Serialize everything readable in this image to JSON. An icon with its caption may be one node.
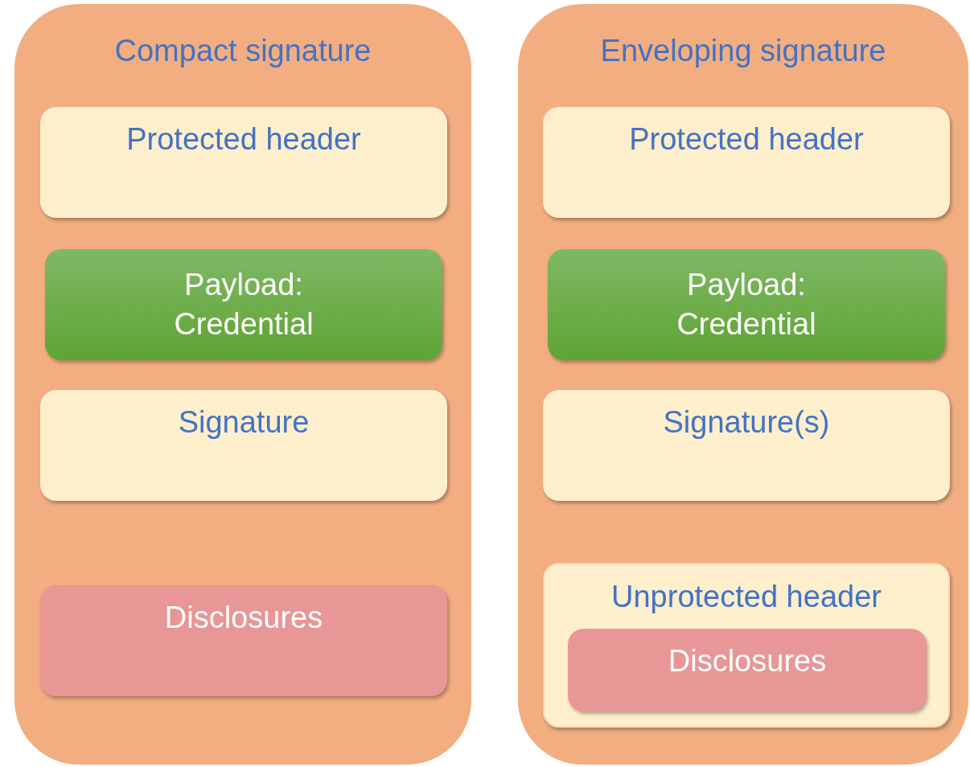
{
  "diagram": {
    "nodes": [
      {
        "text": [
          "Compact signature"
        ]
      },
      {
        "text": [
          "Protected header"
        ],
        "in": 0
      },
      {
        "text": [
          "Payload: Credential"
        ],
        "in": 0
      },
      {
        "text": [
          "Signature"
        ],
        "in": 0
      },
      {
        "text": [
          "Disclosures"
        ],
        "in": 0
      },
      {
        "text": [
          "Enveloping signature"
        ]
      },
      {
        "text": [
          "Protected header"
        ],
        "in": 5
      },
      {
        "text": [
          "Payload: Credential"
        ],
        "in": 5
      },
      {
        "text": [
          "Signature(s)"
        ],
        "in": 5
      },
      {
        "text": [
          "Unprotected header"
        ],
        "in": 5
      },
      {
        "text": [
          "Disclosures"
        ],
        "in": 9
      }
    ]
  }
}
